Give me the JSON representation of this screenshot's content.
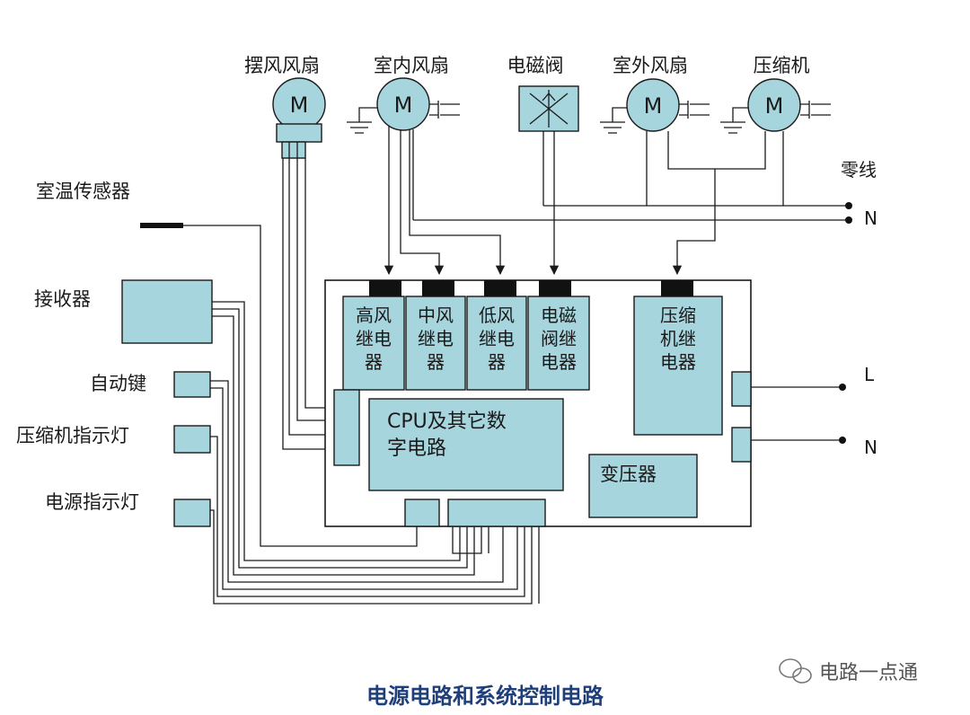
{
  "title": "电源电路和系统控制电路",
  "watermark": "电路一点通",
  "colors": {
    "box_fill": "#a7d5de",
    "line": "#1a1a1a",
    "title": "#1f3f7a"
  },
  "motors": {
    "swing_fan": {
      "label": "摆风风扇",
      "symbol": "M"
    },
    "indoor_fan": {
      "label": "室内风扇",
      "symbol": "M"
    },
    "solenoid": {
      "label": "电磁阀"
    },
    "outdoor_fan": {
      "label": "室外风扇",
      "symbol": "M"
    },
    "compressor": {
      "label": "压缩机",
      "symbol": "M"
    }
  },
  "neutral_label": "零线",
  "n_top": "N",
  "l_right": "L",
  "n_right": "N",
  "left": {
    "sensor": "室温传感器",
    "receiver": "接收器",
    "auto_key": "自动键",
    "comp_led": "压缩机指示灯",
    "power_led": "电源指示灯"
  },
  "relays": {
    "high": [
      "高风",
      "继电",
      "器"
    ],
    "mid": [
      "中风",
      "继电",
      "器"
    ],
    "low": [
      "低风",
      "继电",
      "器"
    ],
    "valve": [
      "电磁",
      "阀继",
      "电器"
    ],
    "comp": [
      "压缩",
      "机继",
      "电器"
    ]
  },
  "cpu": [
    "CPU及其它数",
    "字电路"
  ],
  "transformer": "变压器"
}
